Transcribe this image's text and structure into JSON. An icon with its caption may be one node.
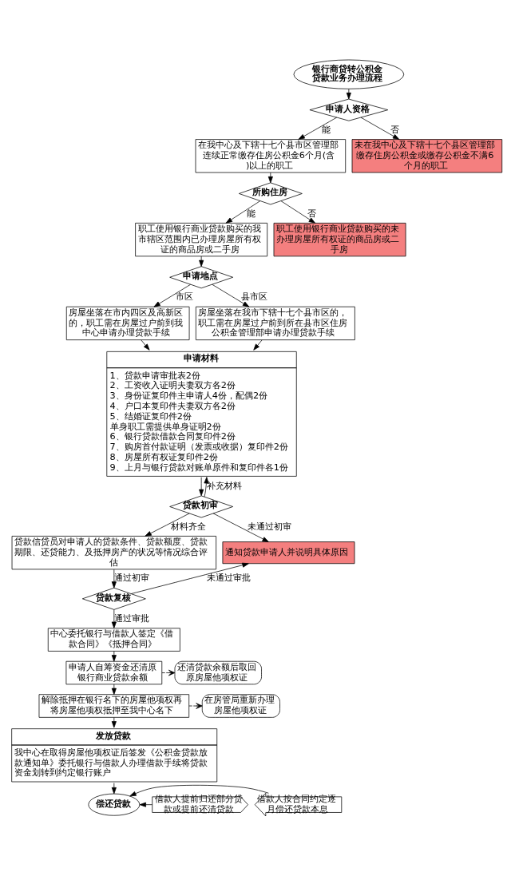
{
  "diagram": {
    "nodes": [
      {
        "text": [
          "银行商贷转公积金贷款业务办理流程"
        ]
      },
      {
        "text": [
          "申请人资格"
        ]
      },
      {
        "text": [
          "在我中心及下辖十七个县市区管理部连续正常缴存住房公积金6个月(含)以上的职工"
        ]
      },
      {
        "text": [
          "未在我中心及下辖十七个县区管理部缴存住房公积金或缴存公积金不满6个月的职工"
        ]
      },
      {
        "text": [
          "所购住房"
        ]
      },
      {
        "text": [
          "职工使用银行商业贷款购买的我市辖区范围内已办理房屋所有权证的商品房或二手房"
        ]
      },
      {
        "text": [
          "职工使用银行商业贷款购买的未办理房屋所有权证的商品房或二手房"
        ]
      },
      {
        "text": [
          "申请地点"
        ]
      },
      {
        "text": [
          "房屋坐落在市内四区及高新区的，职工需在房屋过户前到我中心申请办理贷款手续"
        ]
      },
      {
        "text": [
          "房屋坐落在我市下辖十七个县市区的，职工需在房屋过户前到所在县市区住房公积金管理部申请办理贷款手续"
        ]
      },
      {
        "text": [
          "申请材料",
          "1、贷款申请审批表2份",
          "2、工资收入证明夫妻双方各2份",
          "3、身份证复印件主申请人4份，配偶2份",
          "4、户口本复印件夫妻双方各2份",
          "5、结婚证复印件2份",
          "单身职工需提供单身证明2份",
          "6、银行贷款借款合同复印件2份",
          "7、购房首付款证明（发票或收据）复印件2份",
          "8、房屋所有权证复印件2份",
          "9、上月与银行贷款对账单原件和复印件各1份"
        ]
      },
      {
        "text": [
          "贷款初审"
        ]
      },
      {
        "text": [
          "贷款信贷员对申请人的贷款条件、贷款额度、贷款期限、还贷能力、及抵押房产的状况等情况综合评估"
        ]
      },
      {
        "text": [
          "通知贷款申请人并说明具体原因"
        ]
      },
      {
        "text": [
          "贷款复核"
        ]
      },
      {
        "text": [
          "中心委托银行与借款人签定《借款合同》《抵押合同》"
        ]
      },
      {
        "text": [
          "申请人自筹资金还清原银行商业贷款余额"
        ]
      },
      {
        "text": [
          "还清贷款余额后取回原房屋他项权证"
        ]
      },
      {
        "text": [
          "解除抵押在银行名下的房屋他项权再将房屋他项权抵押至我中心名下"
        ]
      },
      {
        "text": [
          "在房管局重新办理房屋他项权证"
        ]
      },
      {
        "text": [
          "发放贷款",
          "我中心在取得房屋他项权证后签发《公积金贷款放款通知单》委托银行与借款人办理借款手续将贷款资金划转到约定银行账户"
        ]
      },
      {
        "text": [
          "偿还贷款"
        ]
      },
      {
        "text": [
          "借款人提前归还部分贷款或提前还清贷款"
        ]
      },
      {
        "text": [
          "借款人按合同约定逐月偿还贷款本息"
        ]
      }
    ],
    "edges": [
      {
        "from": 0,
        "to": 1,
        "arrow": "to"
      },
      {
        "from": 1,
        "to": 2,
        "arrow": "to",
        "label": "能"
      },
      {
        "from": 1,
        "to": 3,
        "arrow": "to",
        "label": "否"
      },
      {
        "from": 2,
        "to": 4,
        "arrow": "to"
      },
      {
        "from": 4,
        "to": 5,
        "arrow": "to",
        "label": "能"
      },
      {
        "from": 4,
        "to": 6,
        "arrow": "to",
        "label": "否"
      },
      {
        "from": 5,
        "to": 7,
        "arrow": "to"
      },
      {
        "from": 7,
        "to": 8,
        "arrow": "to",
        "label": "市区"
      },
      {
        "from": 7,
        "to": 9,
        "arrow": "to",
        "label": "县市区"
      },
      {
        "from": 8,
        "to": 10,
        "arrow": "to"
      },
      {
        "from": 9,
        "to": 10,
        "arrow": "to"
      },
      {
        "from": 10,
        "to": 11,
        "arrow": "to"
      },
      {
        "from": 11,
        "to": 12,
        "arrow": "to",
        "label": "材料齐全"
      },
      {
        "from": 11,
        "to": 10,
        "arrow": "to",
        "label": "补充材料"
      },
      {
        "from": 11,
        "to": 13,
        "arrow": "to",
        "label": "未通过初审"
      },
      {
        "from": 12,
        "to": 14,
        "arrow": "to",
        "label": "通过初审"
      },
      {
        "from": 14,
        "to": 15,
        "arrow": "to",
        "label": "通过审批"
      },
      {
        "from": 14,
        "to": 13,
        "arrow": "to",
        "label": "未通过审批"
      },
      {
        "from": 15,
        "to": 16,
        "arrow": "to"
      },
      {
        "from": 16,
        "to": 17,
        "arrow": "to",
        "style": "dashed"
      },
      {
        "from": 16,
        "to": 18,
        "arrow": "to"
      },
      {
        "from": 18,
        "to": 19,
        "arrow": "to",
        "style": "dashed"
      },
      {
        "from": 18,
        "to": 20,
        "arrow": "to"
      },
      {
        "from": 20,
        "to": 21,
        "arrow": "to"
      },
      {
        "from": 22,
        "to": 21,
        "arrow": "to"
      },
      {
        "from": 23,
        "to": 21,
        "arrow": "to"
      }
    ]
  }
}
